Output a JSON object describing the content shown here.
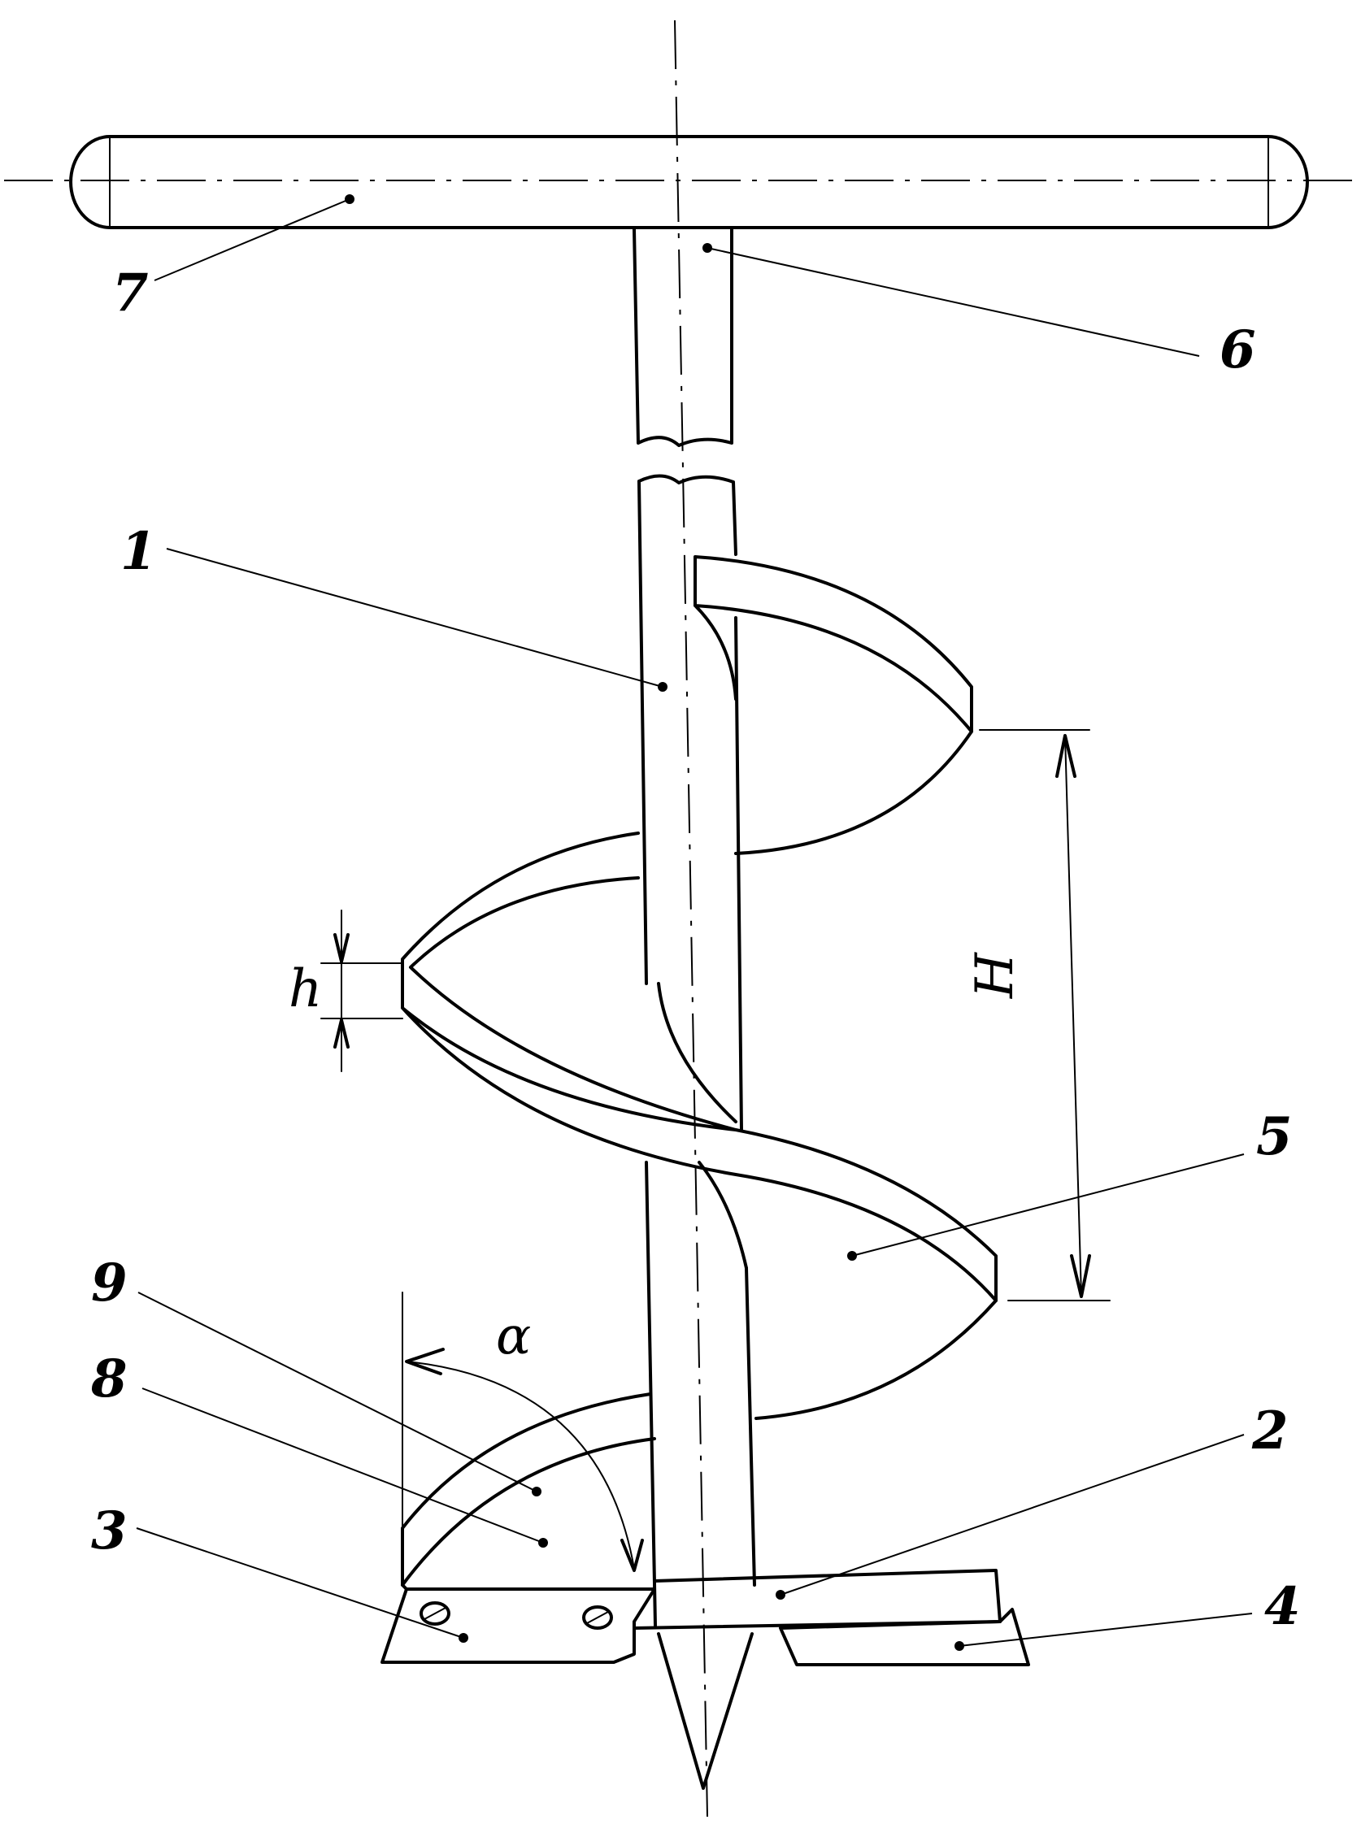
{
  "labels": {
    "shaft": "1",
    "cross_blade": "2",
    "left_knife": "3",
    "right_knife": "4",
    "spiral": "5",
    "upper_rod": "6",
    "handle": "7",
    "plate": "8",
    "edge": "9"
  },
  "dimensions": {
    "pitch": "H",
    "thickness": "h",
    "angle": "α"
  }
}
